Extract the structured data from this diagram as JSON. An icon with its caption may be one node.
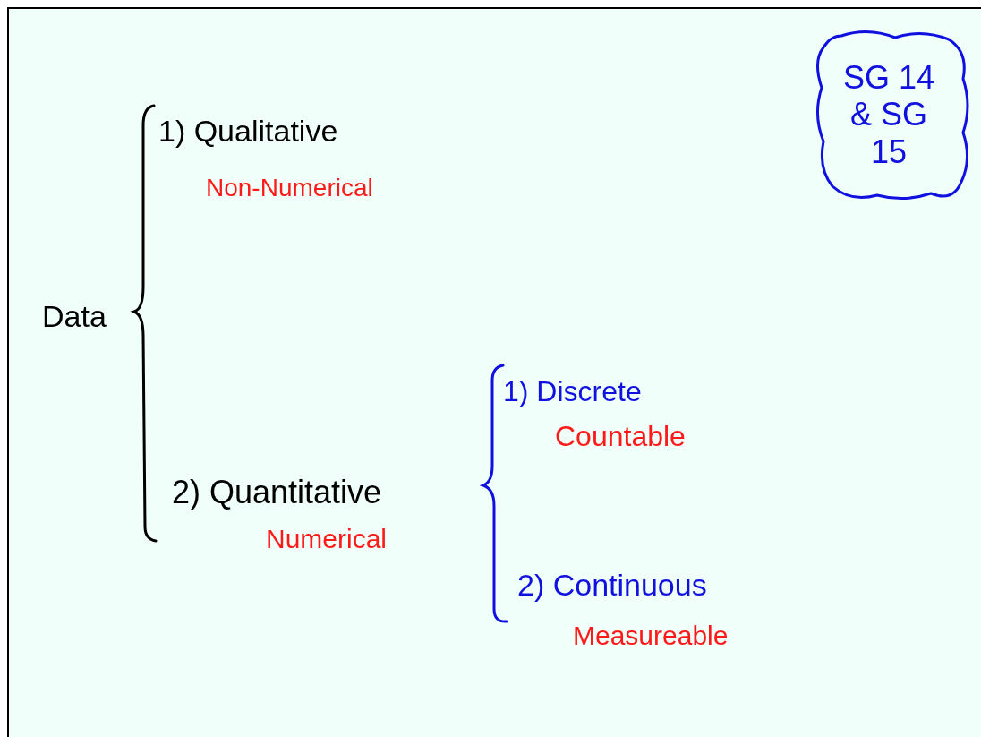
{
  "diagram": {
    "nodes": [
      {
        "text": [
          "SG 14 & SG 15"
        ]
      }
    ],
    "edges": [],
    "labels": [
      "1) Qualitative",
      "Non-Numerical",
      "Data",
      "1) Discrete",
      "Countable",
      "2) Quantitative",
      "Numerical",
      "2) Continuous",
      "Measureable"
    ]
  }
}
